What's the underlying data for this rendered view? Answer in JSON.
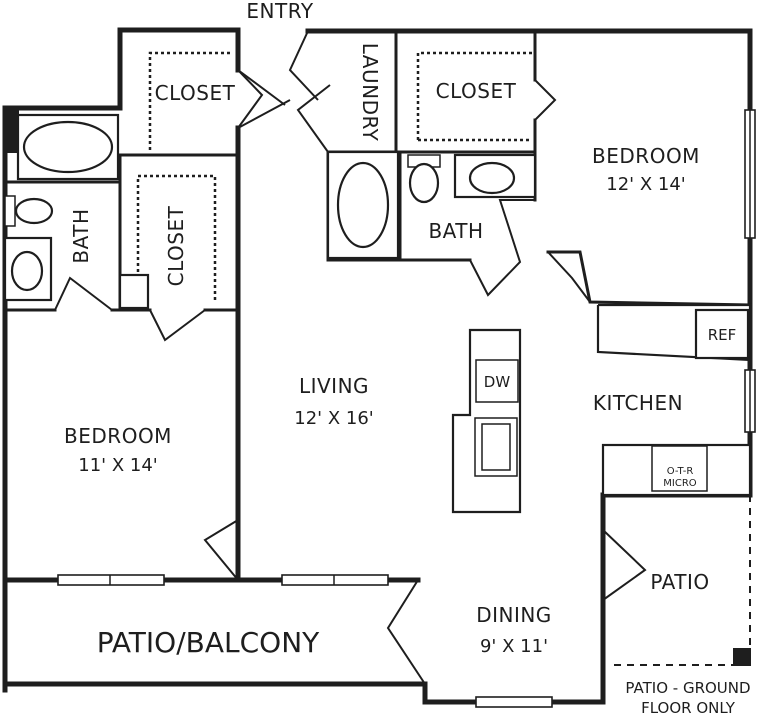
{
  "labels": {
    "entry": "ENTRY",
    "closet_left_top": "CLOSET",
    "laundry": "LAUNDRY",
    "closet_right_top": "CLOSET",
    "bedroom_right": "BEDROOM",
    "bedroom_right_dim": "12' X 14'",
    "bath_left": "BATH",
    "closet_left_mid": "CLOSET",
    "bath_center": "BATH",
    "ref": "REF",
    "living": "LIVING",
    "living_dim": "12' X 16'",
    "dw": "DW",
    "kitchen": "KITCHEN",
    "bedroom_left": "BEDROOM",
    "bedroom_left_dim": "11' X 14'",
    "otr_line1": "O-T-R",
    "otr_line2": "MICRO",
    "patio_right": "PATIO",
    "patio_balcony": "PATIO/BALCONY",
    "dining": "DINING",
    "dining_dim": "9' X 11'",
    "patio_note_line1": "PATIO - GROUND",
    "patio_note_line2": "FLOOR ONLY"
  }
}
